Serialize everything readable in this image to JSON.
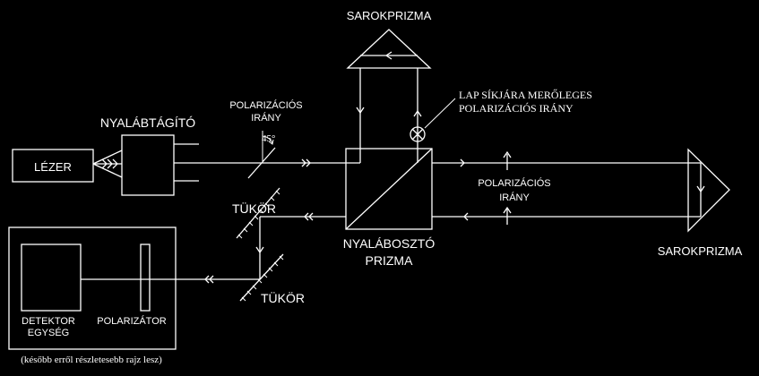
{
  "labels": {
    "sarokprizma_top": "SAROKPRIZMA",
    "sarokprizma_right": "SAROKPRIZMA",
    "nyalabtagito": "NYALÁBTÁGÍTÓ",
    "lezer": "LÉZER",
    "polarizacios_irany_1a": "POLARIZÁCIÓS",
    "polarizacios_irany_1b": "IRÁNY",
    "angle": "45°",
    "lap_1": "LAP SÍKJÁRA MERŐLEGES",
    "lap_2": "POLARIZÁCIÓS IRÁNY",
    "polarizacios_irany_2a": "POLARIZÁCIÓS",
    "polarizacios_irany_2b": "IRÁNY",
    "tukor_1": "TÜKÖR",
    "tukor_2": "TÜKÖR",
    "nyalaboszto_1": "NYALÁBOSZTÓ",
    "nyalaboszto_2": "PRIZMA",
    "detektor_1": "DETEKTOR",
    "detektor_2": "EGYSÉG",
    "polarizator": "POLARIZÁTOR",
    "footnote": "(később erről részletesebb rajz lesz)"
  },
  "colors": {
    "background": "#000000",
    "foreground": "#ffffff"
  }
}
